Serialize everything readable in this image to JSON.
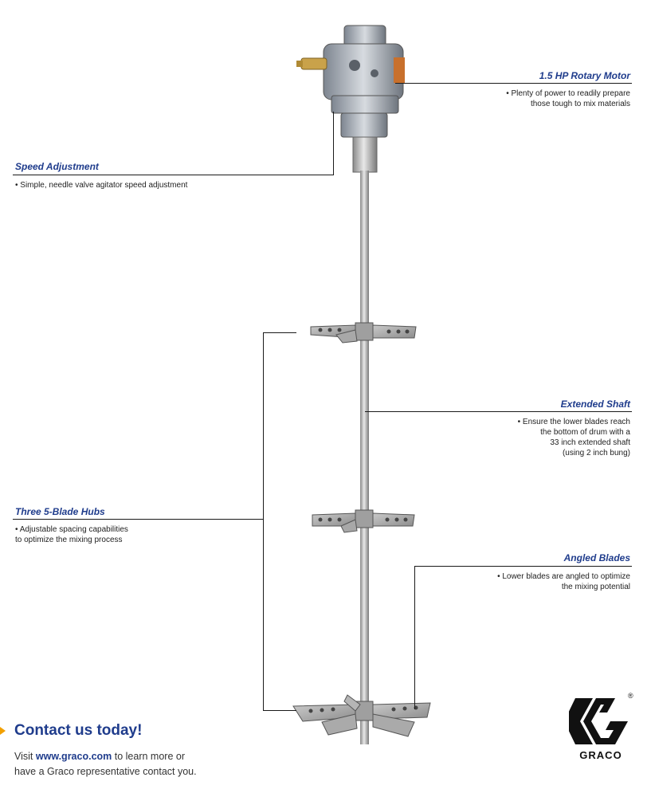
{
  "features": {
    "motor": {
      "title": "1.5 HP Rotary Motor",
      "text": "• Plenty of power to readily prepare\nthose tough to mix materials"
    },
    "speed": {
      "title": "Speed Adjustment",
      "text": "• Simple, needle valve agitator speed adjustment"
    },
    "shaft": {
      "title": "Extended Shaft",
      "text": "• Ensure the lower blades reach\nthe bottom of drum with a\n33 inch extended shaft\n(using 2 inch bung)"
    },
    "hubs": {
      "title": "Three 5-Blade Hubs",
      "text": "• Adjustable spacing capabilities\nto optimize the mixing process"
    },
    "blades": {
      "title": "Angled Blades",
      "text": "• Lower blades are angled to optimize\nthe mixing potential"
    }
  },
  "contact": {
    "heading": "Contact us today!",
    "line1_prefix": "Visit ",
    "line1_link": "www.graco.com",
    "line1_suffix": " to learn more or",
    "line2": "have a Graco representative contact you."
  },
  "logo": {
    "name": "GRACO",
    "registered": "®"
  },
  "colors": {
    "accent": "#1f3c8c",
    "arrow": "#f2a000",
    "text": "#222222",
    "metal": "#9a9a9a"
  }
}
